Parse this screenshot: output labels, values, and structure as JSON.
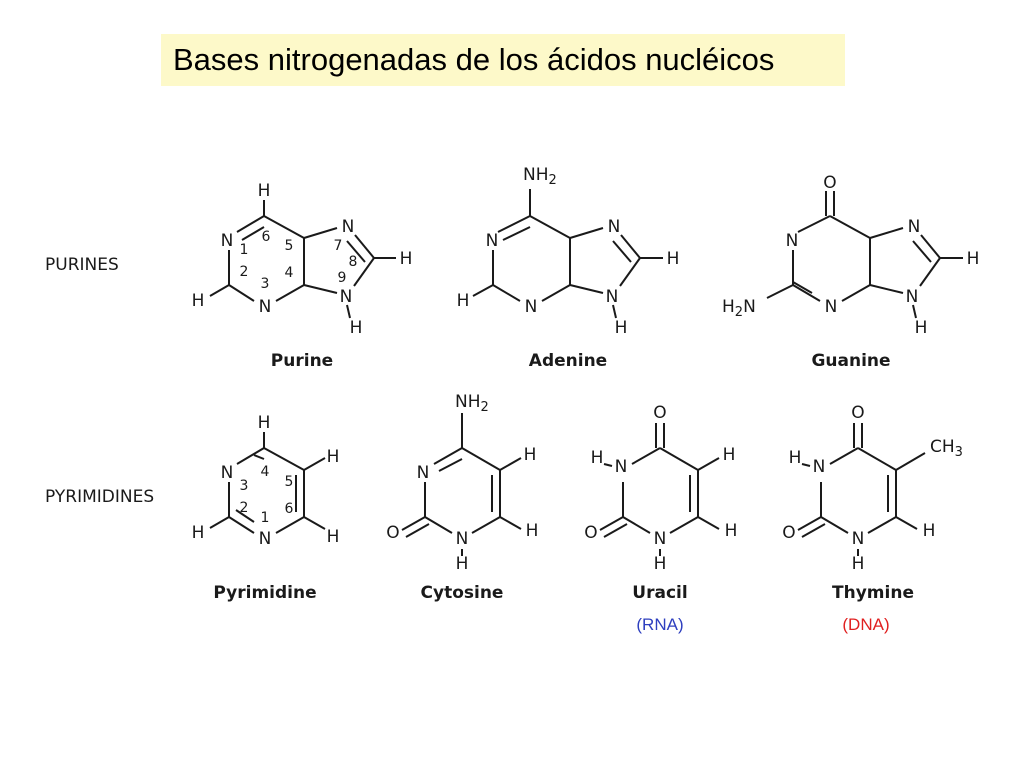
{
  "title": "Bases nitrogenadas de los ácidos nucléicos",
  "rows": {
    "purines": "PURINES",
    "pyrimidines": "PYRIMIDINES"
  },
  "molecules": {
    "purine": "Purine",
    "adenine": "Adenine",
    "guanine": "Guanine",
    "pyrimidine": "Pyrimidine",
    "cytosine": "Cytosine",
    "uracil": "Uracil",
    "thymine": "Thymine"
  },
  "tags": {
    "uracil": "(RNA)",
    "thymine": "(DNA)"
  },
  "tag_colors": {
    "rna": "#2e3fbf",
    "dna": "#e02020"
  },
  "atoms": {
    "N": "N",
    "H": "H",
    "O": "O",
    "NH2": "NH",
    "CH3": "CH",
    "H2N": "H",
    "sub2": "2",
    "sub3": "3"
  },
  "ring_numbers": {
    "purine": [
      "1",
      "2",
      "3",
      "4",
      "5",
      "6",
      "7",
      "8",
      "9"
    ],
    "pyrimidine": [
      "1",
      "2",
      "3",
      "4",
      "5",
      "6"
    ]
  }
}
